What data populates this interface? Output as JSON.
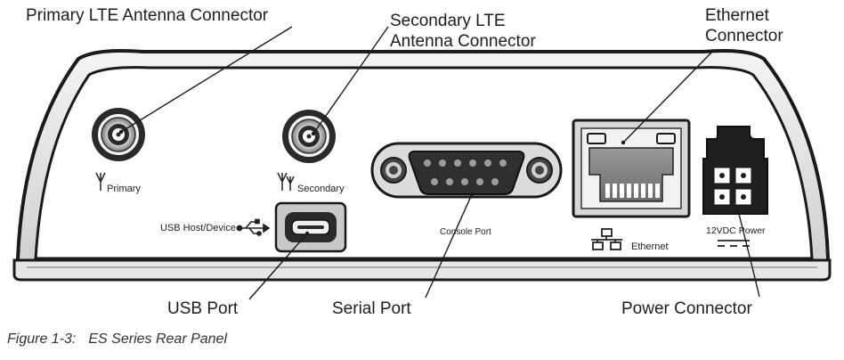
{
  "callouts": {
    "primary_lte": "Primary LTE Antenna Connector",
    "secondary_lte_line1": "Secondary LTE",
    "secondary_lte_line2": "Antenna Connector",
    "ethernet_line1": "Ethernet",
    "ethernet_line2": "Connector",
    "usb_port": "USB Port",
    "serial_port": "Serial Port",
    "power_connector": "Power Connector"
  },
  "panel_labels": {
    "primary": "Primary",
    "secondary": "Secondary",
    "usb_host_device": "USB Host/Device",
    "console_port": "Console Port",
    "ethernet": "Ethernet",
    "power": "12VDC Power"
  },
  "caption": {
    "number": "Figure 1-3:",
    "title": "ES Series Rear Panel"
  },
  "colors": {
    "outline": "#1a1a1a",
    "panel_fill": "#ffffff",
    "connector_dark": "#2a2a2a",
    "port_gray": "#8a8a8a"
  }
}
